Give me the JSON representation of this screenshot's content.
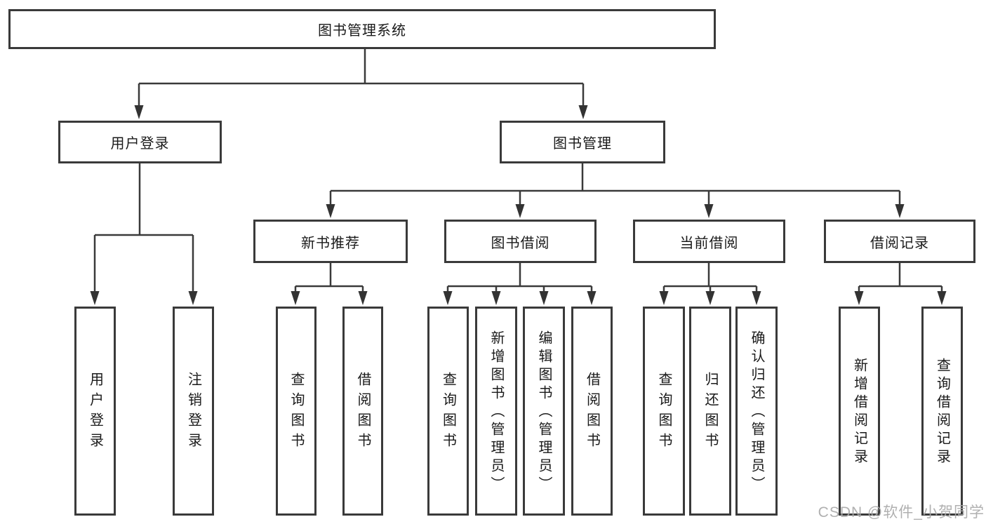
{
  "tree": {
    "root": {
      "label": "图书管理系统"
    },
    "children": [
      {
        "label": "用户登录",
        "children": [
          {
            "label": "用户登录"
          },
          {
            "label": "注销登录"
          }
        ]
      },
      {
        "label": "图书管理",
        "children": [
          {
            "label": "新书推荐",
            "children": [
              {
                "label": "查询图书"
              },
              {
                "label": "借阅图书"
              }
            ]
          },
          {
            "label": "图书借阅",
            "children": [
              {
                "label": "查询图书"
              },
              {
                "label": "新增图书（管理员）"
              },
              {
                "label": "编辑图书（管理员）"
              },
              {
                "label": "借阅图书"
              }
            ]
          },
          {
            "label": "当前借阅",
            "children": [
              {
                "label": "查询图书"
              },
              {
                "label": "归还图书"
              },
              {
                "label": "确认归还（管理员）"
              }
            ]
          },
          {
            "label": "借阅记录",
            "children": [
              {
                "label": "新增借阅记录"
              },
              {
                "label": "查询借阅记录"
              }
            ]
          }
        ]
      }
    ]
  },
  "watermark": "CSDN @软件_小贺同学",
  "colors": {
    "line": "#3a3a3a",
    "box_border": "#3a3a3a",
    "text": "#1a1a1a",
    "watermark": "#a9a9a9",
    "background": "#ffffff"
  }
}
